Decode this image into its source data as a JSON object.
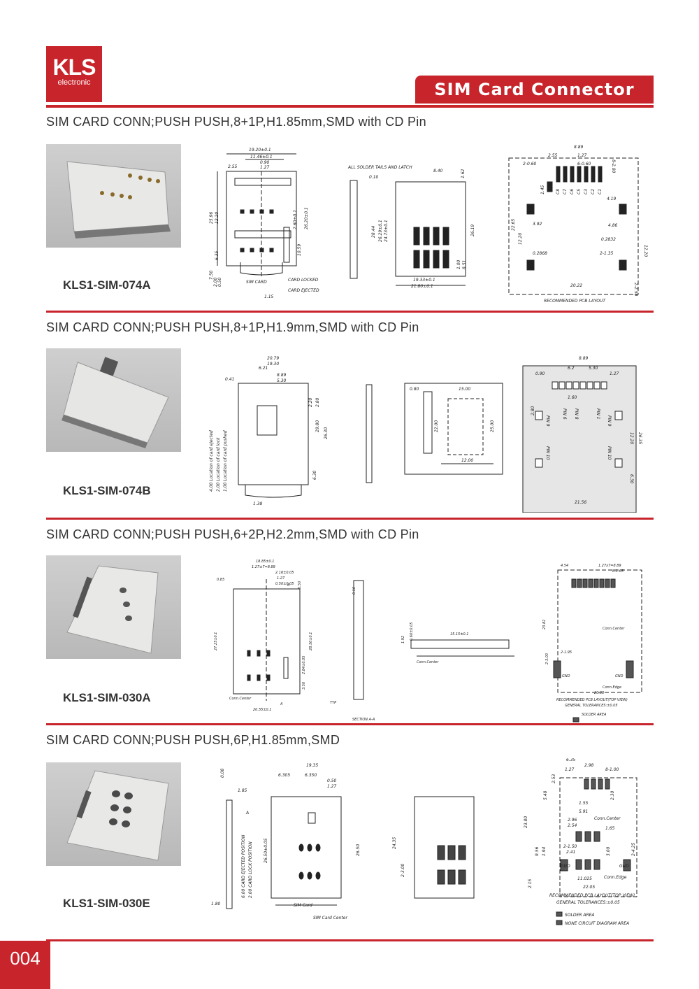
{
  "brand": {
    "logo_text": "KLS",
    "logo_sub": "electronic"
  },
  "header": {
    "title": "SIM Card Connector"
  },
  "products": [
    {
      "title": "SIM CARD CONN;PUSH PUSH,8+1P,H1.85mm,SMD with CD Pin",
      "part_number": "KLS1-SIM-074A",
      "labels": [
        "19.20±0.1",
        "11.46±0.1",
        "0.90",
        "1.27",
        "2.55",
        "25.96",
        "12.20",
        "6.35",
        "2.60±0.1",
        "26.20±0.1",
        "10.59",
        "7.50",
        "2.00",
        "0.50",
        "SIM CARD",
        "CARD LOCKED",
        "CARD EJECTED",
        "1.15",
        "ALL SOLDER TAILS AND LATCH",
        "0.10",
        "8.40",
        "1.62",
        "28.44",
        "26.29±0.1",
        "24.73±0.1",
        "26.19",
        "1.00",
        "8.51",
        "19.33±0.1",
        "21.80±0.1",
        "8.89",
        "2.55",
        "1.27",
        "2-0.60",
        "6-0.60",
        "8-2.00",
        "1.45",
        "C8",
        "C7",
        "C6",
        "C5",
        "C3",
        "C2",
        "C1",
        "4.19",
        "3.92",
        "4.86",
        "22.65",
        "12.20",
        "0.2832",
        "0.2868",
        "2-1.35",
        "12.20",
        "20.22",
        "2-2.50",
        "RECOMMENDED PCB LAYOUT"
      ]
    },
    {
      "title": "SIM CARD CONN;PUSH PUSH,8+1P,H1.9mm,SMD with CD Pin",
      "part_number": "KLS1-SIM-074B",
      "labels": [
        "20.79",
        "19.30",
        "6.21",
        "8.89",
        "5.30",
        "0.41",
        "2.20",
        "2.80",
        "29.80",
        "26.30",
        "4.00 Location of card ejected",
        "2.00 Location of card lock",
        "1.00 Location of card pushed",
        "6.30",
        "1.38",
        "0.80",
        "15.00",
        "22.00",
        "25.00",
        "12.00",
        "8.89",
        "6.2",
        "5.30",
        "0.90",
        "1.27",
        "1.60",
        "PIN 8",
        "PIN 6",
        "PIN 1",
        "2.80",
        "PIN 9",
        "PIN 9",
        "PIN 10",
        "PIN 10",
        "12.20",
        "26.35",
        "6.30",
        "21.56"
      ]
    },
    {
      "title": "SIM CARD CONN;PUSH PUSH,6+2P,H2.2mm,SMD with CD Pin",
      "part_number": "KLS1-SIM-030A",
      "labels": [
        "18.85±0.1",
        "1.27±7=8.89",
        "2.16±0.05",
        "1.27",
        "0.50±0.05",
        "0.85",
        "0.50",
        "27.25±0.1",
        "28.50±0.1",
        "2.84±0.05",
        "3.50",
        "Conn.Center",
        "20.55±0.1",
        "0.10",
        "15.15±0.1",
        "1.92",
        "0.60±0.05",
        "Conn.Center",
        "SECTION A-A",
        "TYP",
        "4.54",
        "1.27x7=8.89",
        "8-1.65",
        "Conn.Center",
        "23.82",
        "2-3.00",
        "2-1.95",
        "GND",
        "GND",
        "Conn.Edge",
        "20.55",
        "RECOMMENDED PCB LAYOUT(TOP VIEW)",
        "GENERAL TOLERANCES:±0.05",
        "SOLDER AREA"
      ]
    },
    {
      "title": "SIM CARD CONN;PUSH PUSH,6P,H1.85mm,SMD",
      "part_number": "KLS1-SIM-030E",
      "labels": [
        "19.35",
        "6.305",
        "6.350",
        "0.50",
        "1.27",
        "0.08",
        "1.85",
        "A",
        "6.00 CARD EJECTED POSITION",
        "2.00 CARD LOCK POSITION",
        "26.50±0.05",
        "26.50",
        "24.35",
        "2-3.00",
        "SIM Card",
        "SIM Card Center",
        "1.80",
        "6.35",
        "2.98",
        "1.27",
        "8-1.00",
        "2.53",
        "5.48",
        "2.30",
        "1.55",
        "5.91",
        "2.96",
        "2.54",
        "Conn.Center",
        "1.65",
        "23.80",
        "9.56",
        "1.94",
        "2-1.50",
        "2.41",
        "3.00",
        "2-4.25",
        "GND",
        "GND",
        "11.025",
        "22.05",
        "Conn.Edge",
        "2.15",
        "RECOMMENDED PCB LAYOUT(TOP VIEW)",
        "GENERAL TOLERANCES:±0.05",
        "SOLDER AREA",
        "NONE CIRCUIT DIAGRAM AREA"
      ]
    }
  ],
  "footer": {
    "page_number": "004"
  },
  "colors": {
    "brand_red": "#c8242b"
  }
}
